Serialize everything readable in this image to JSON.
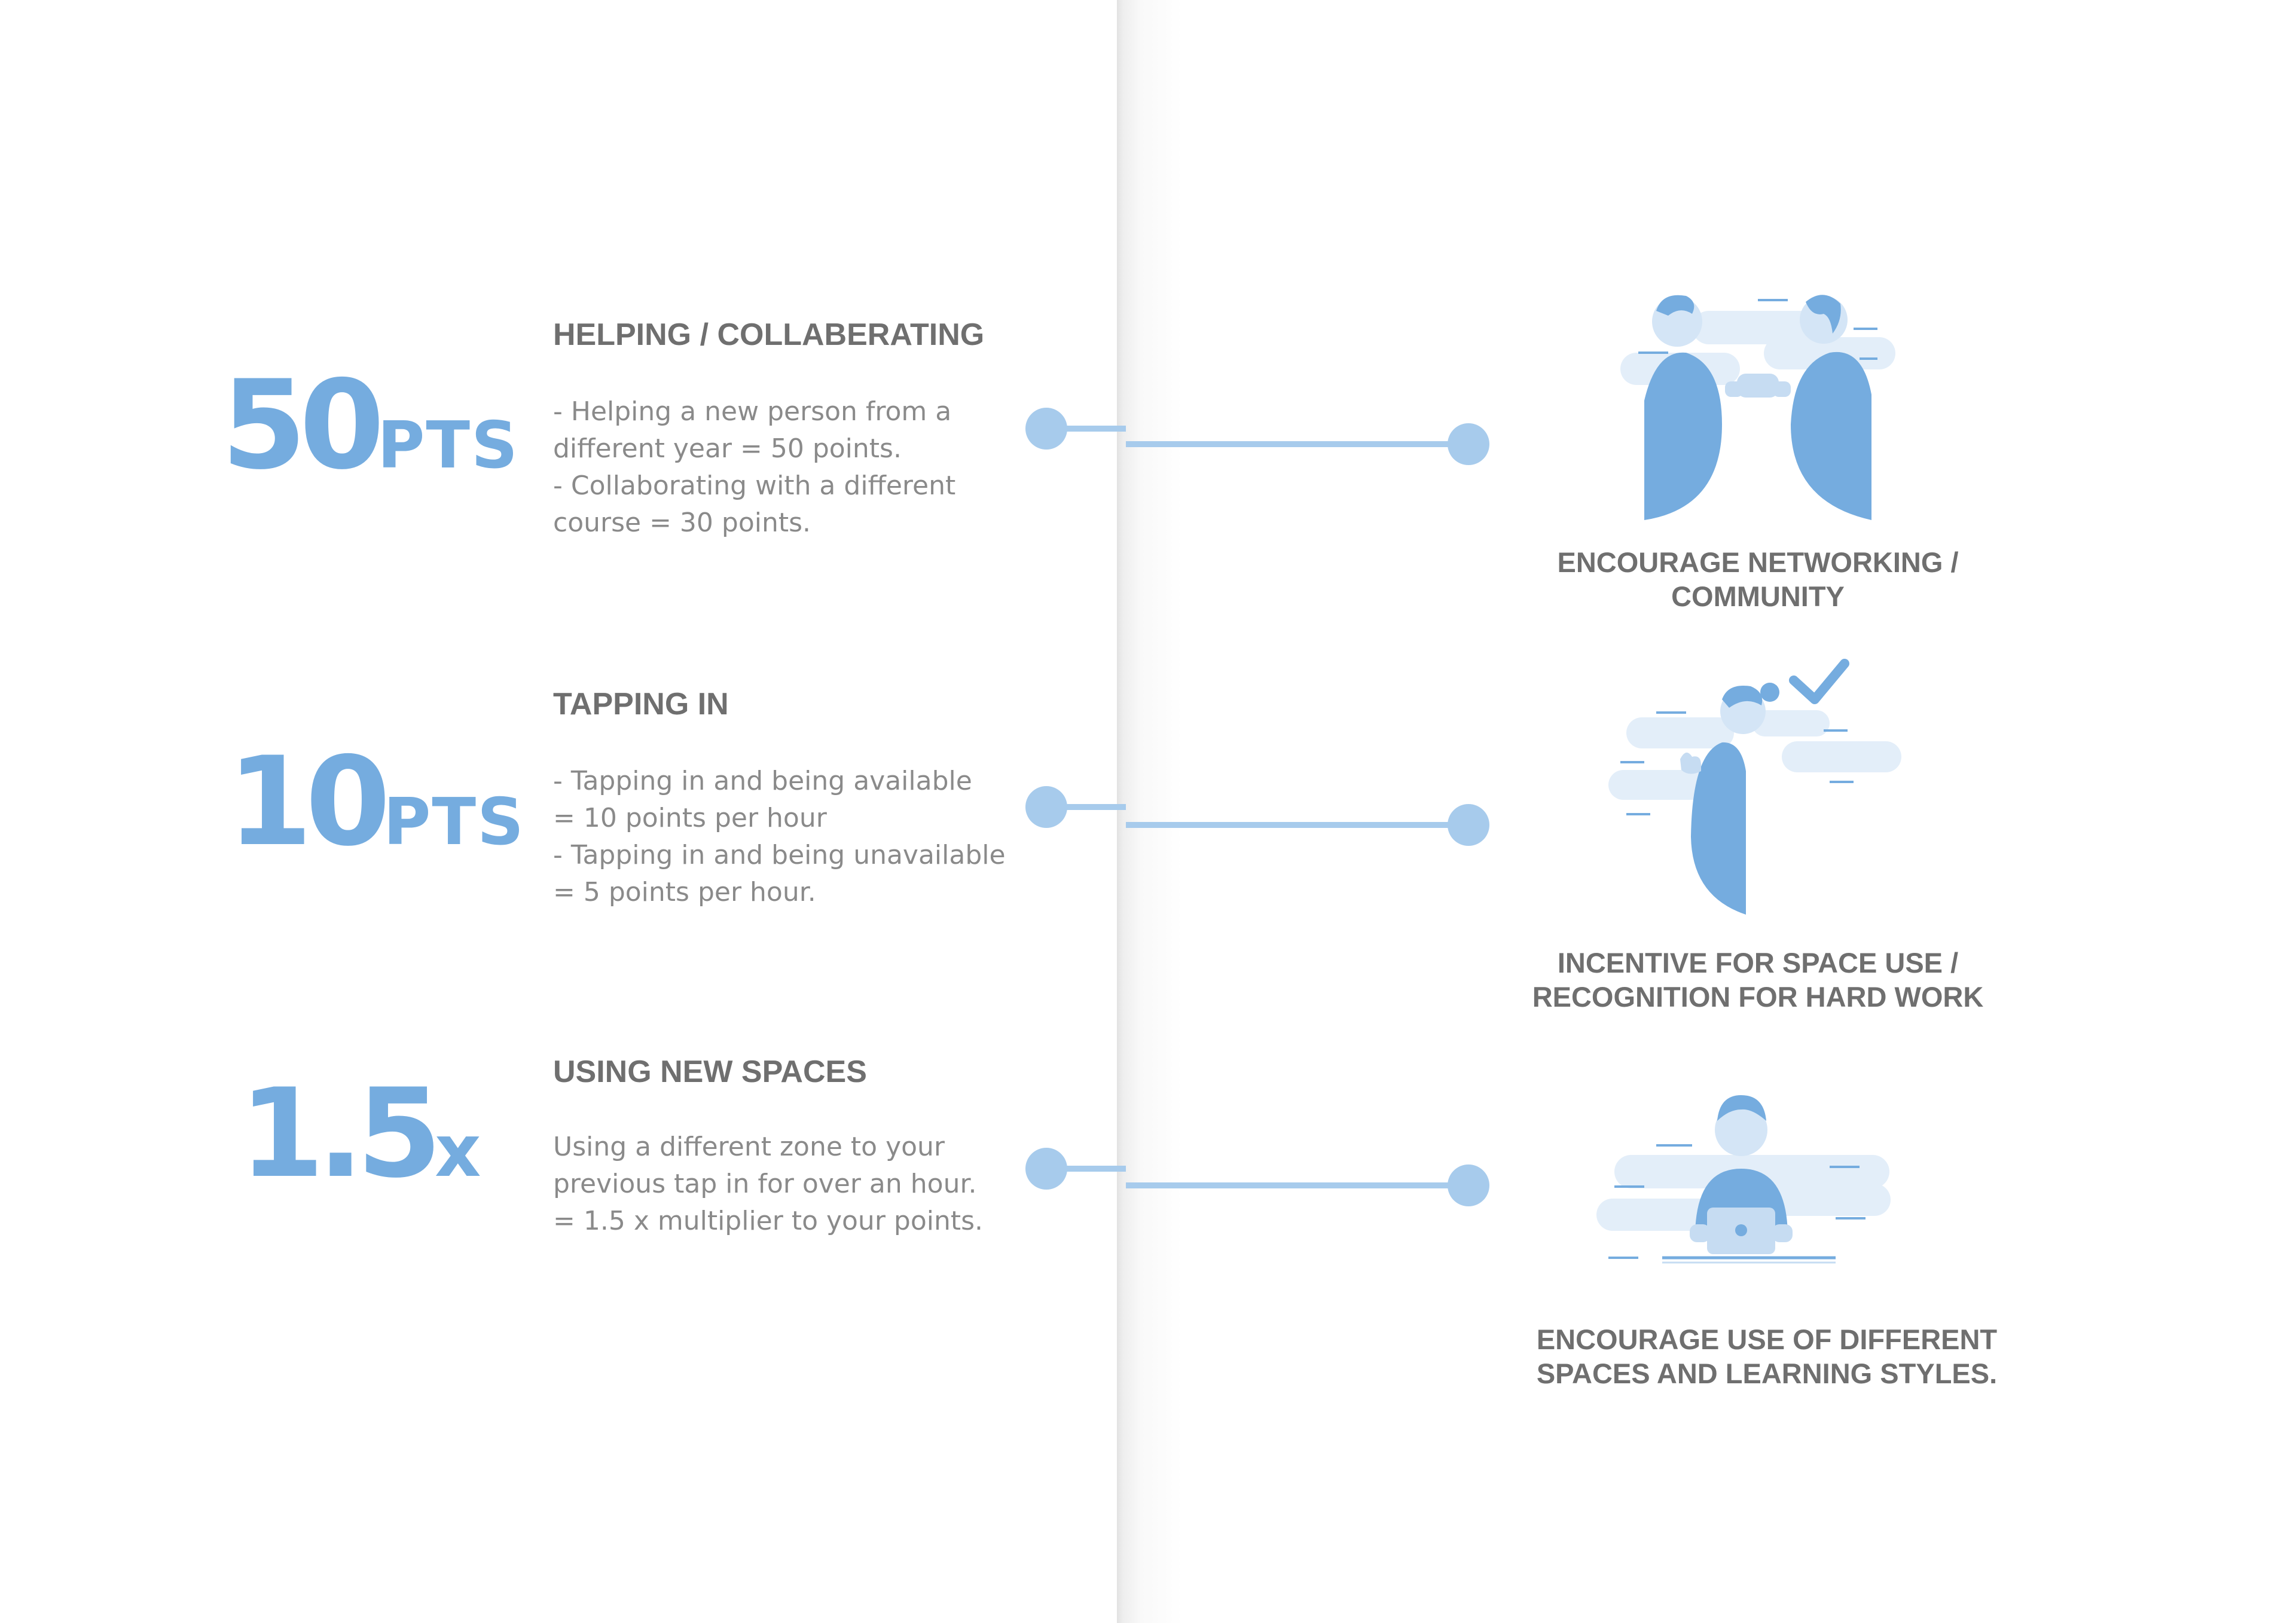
{
  "rows": [
    {
      "value": "50",
      "unit": "PTS",
      "title": "HELPING / COLLABERATING",
      "description": [
        "- Helping a new person from a",
        "different year = 50 points.",
        "- Collaborating with a different",
        "course = 30 points."
      ],
      "goal": [
        "ENCOURAGE NETWORKING /",
        "COMMUNITY"
      ],
      "illustration": "two-people-collaborating-illustration"
    },
    {
      "value": "10",
      "unit": "PTS",
      "title": "TAPPING IN",
      "description": [
        "- Tapping in and being available",
        "= 10 points per hour",
        "- Tapping in and being unavailable",
        "= 5 points per  hour."
      ],
      "goal": [
        "INCENTIVE FOR SPACE USE /",
        "RECOGNITION FOR HARD WORK"
      ],
      "illustration": "person-with-checkmark-illustration"
    },
    {
      "value": "1.5",
      "unit": "x",
      "title": "USING NEW SPACES",
      "description": [
        "Using a different zone to your",
        "previous tap in for over an hour.",
        "= 1.5 x multiplier to your points."
      ],
      "goal": [
        "ENCOURAGE USE OF DIFFERENT",
        "SPACES AND LEARNING STYLES."
      ],
      "illustration": "person-at-laptop-illustration"
    }
  ],
  "colors": {
    "accent_blue": "#75acdf",
    "connector_blue": "#a7cbec",
    "cloud_blue": "#e3eef9",
    "title_gray": "#6f6f6f",
    "body_gray": "#8a8a8a"
  }
}
